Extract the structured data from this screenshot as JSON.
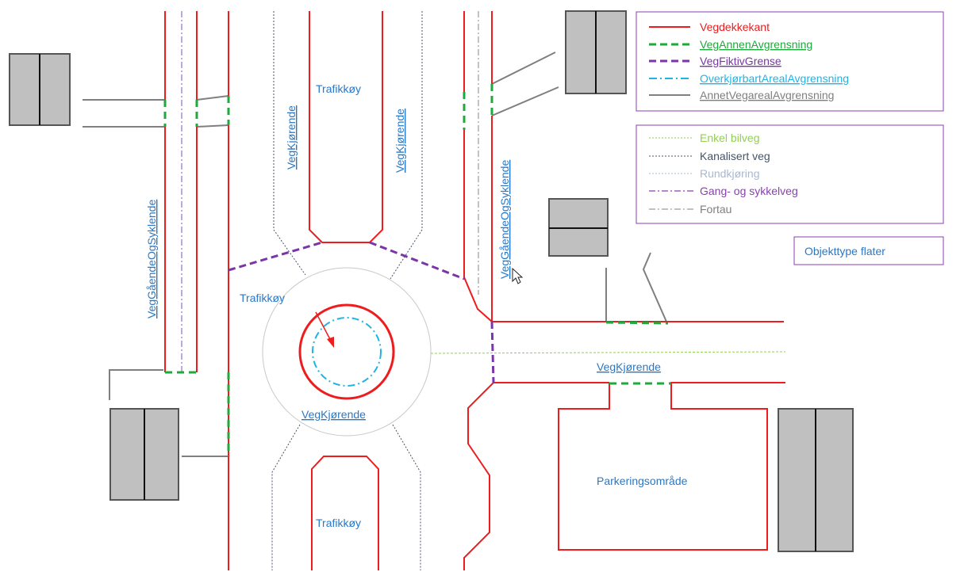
{
  "legend_types": {
    "items": [
      {
        "label": "Vegdekkekant",
        "color": "#ee1c1c",
        "style": "solid"
      },
      {
        "label": "VegAnnenAvgrensning",
        "color": "#1fa83c",
        "style": "dashed"
      },
      {
        "label": "VegFiktivGrense",
        "color": "#7a35a8",
        "style": "dashed"
      },
      {
        "label": "OverkjørbartArealAvgrensning",
        "color": "#1fb4e6",
        "style": "dashdot"
      },
      {
        "label": "AnnetVegarealAvgrensning",
        "color": "#7f7f7f",
        "style": "solid"
      }
    ]
  },
  "legend_roads": {
    "items": [
      {
        "label": "Enkel bilveg",
        "color": "#92d050",
        "style": "dotted"
      },
      {
        "label": "Kanalisert veg",
        "color": "#44546a",
        "style": "dotted"
      },
      {
        "label": "Rundkjøring",
        "color": "#a6b8d4",
        "style": "dotted"
      },
      {
        "label": "Gang- og sykkelveg",
        "color": "#8b3fb0",
        "style": "dashdot"
      },
      {
        "label": "Fortau",
        "color": "#9a9a9a",
        "style": "dashdot"
      }
    ]
  },
  "object_type_box": "Objekttype flater",
  "labels": {
    "trafikkoy_top": "Trafikkøy",
    "trafikkoy_left": "Trafikkøy",
    "trafikkoy_bottom": "Trafikkøy",
    "vegkjorende_left": "VegKjørende",
    "vegkjorende_right": "VegKjørende",
    "vegkjorende_roundabout": "VegKjørende",
    "vegkjorende_east": "VegKjørende",
    "gaende_left": "VegGåendeOgSyklende",
    "gaende_right": "VegGåendeOgSyklende",
    "parkering": "Parkeringsområde"
  },
  "colors": {
    "edge": "#ee1c1c",
    "other_boundary": "#1fa83c",
    "fictive": "#7a35a8",
    "traversable": "#1fb4e6",
    "other_area": "#7f7f7f",
    "building_fill": "#c0c0c0",
    "label": "#2878c8",
    "legend_frame": "#8e3fb0"
  }
}
